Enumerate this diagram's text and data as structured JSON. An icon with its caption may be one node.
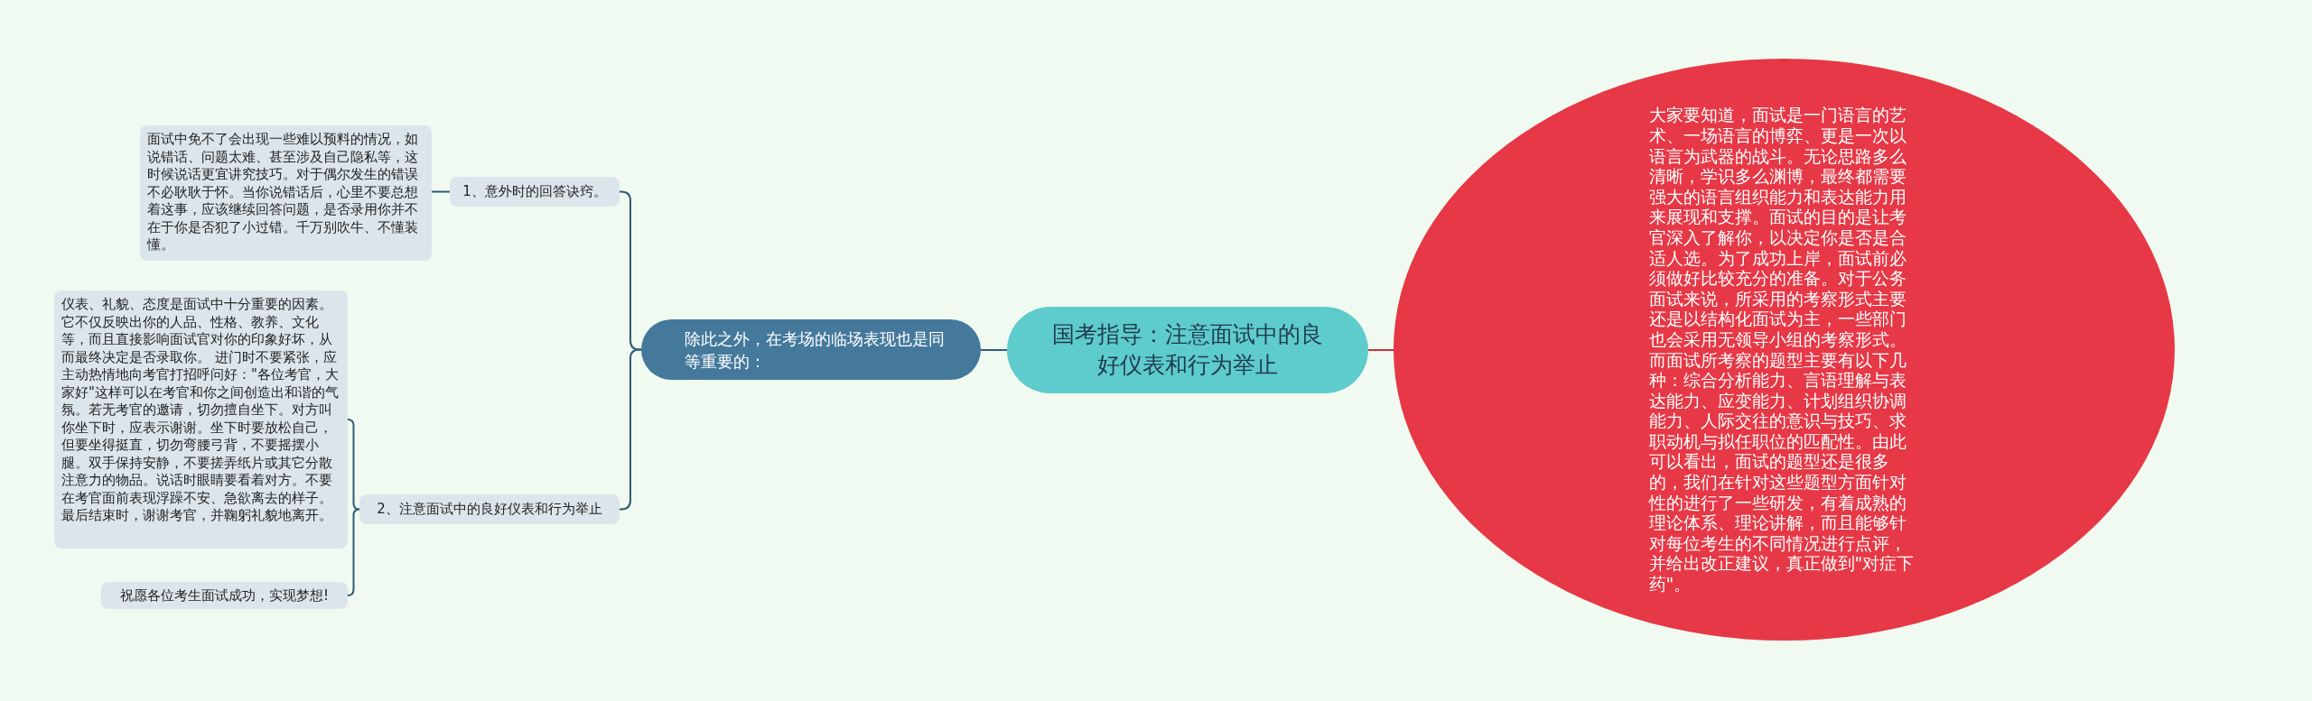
{
  "diagram": {
    "nodes": [
      {
        "text": [
          "国考指导：注意面试中的良好仪表和行为举止"
        ]
      },
      {
        "text": [
          "除此之外，在考场的临场表现也是同等重要的："
        ]
      },
      {
        "text": [
          "1、意外时的回答诀窍。"
        ]
      },
      {
        "text": [
          "面试中免不了会出现一些难以预料的情况，如说错话、问题太难、甚至涉及自己隐私等，这时候说话更宜讲究技巧。对于偶尔发生的错误不必耿耿于怀。当你说错话后，心里不要总想着这事，应该继续回答问题，是否录用你并不在于你是否犯了小过错。千万别吹牛、不懂装懂。"
        ]
      },
      {
        "text": [
          "2、注意面试中的良好仪表和行为举止"
        ]
      },
      {
        "text": [
          "仪表、礼貌、态度是面试中十分重要的因素。它不仅反映出你的人品、性格、教养、文化等，而且直接影响面试官对你的印象好坏，从而最终决定是否录取你。 进门时不要紧张，应主动热情地向考官打招呼问好：\"各位考官，大家好\"这样可以在考官和你之间创造出和谐的气氛。若无考官的邀请，切勿擅自坐下。对方叫你坐下时，应表示谢谢。坐下时要放松自己，但要坐得挺直，切勿弯腰弓背，不要摇摆小腿。双手保持安静，不要搓弄纸片或其它分散注意力的物品。说话时眼睛要看着对方。不要在考官面前表现浮躁不安、急欲离去的样子。最后结束时，谢谢考官，并鞠躬礼貌地离开。"
        ]
      },
      {
        "text": [
          "祝愿各位考生面试成功，实现梦想!"
        ]
      },
      {
        "text": [
          "大家要知道，面试是一门语言的艺术、一场语言的博弈、更是一次以语言为武器的战斗。无论思路多么清晰，学识多么渊博，最终都需要强大的语言组织能力和表达能力用来展现和支撑。面试的目的是让考官深入了解你，以决定你是否是合适人选。为了成功上岸，面试前必须做好比较充分的准备。对于公务面试来说，所采用的考察形式主要还是以结构化面试为主，一些部门也会采用无领导小组的考察形式。而面试所考察的题型主要有以下几种：综合分析能力、言语理解与表达能力、应变能力、计划组织协调能力、人际交往的意识与技巧、求职动机与拟任职位的匹配性。由此可以看出，面试的题型还是很多的，我们在针对这些题型方面针对性的进行了一些研发，有着成熟的理论体系、理论讲解，而且能够针对每位考生的不同情况进行点评，并给出改正建议，真正做到\"对症下药\"。"
        ]
      }
    ],
    "edges": [
      {
        "from": 0,
        "to": 1,
        "arrow": "none"
      },
      {
        "from": 1,
        "to": 2,
        "arrow": "none"
      },
      {
        "from": 2,
        "to": 3,
        "arrow": "none"
      },
      {
        "from": 1,
        "to": 4,
        "arrow": "none"
      },
      {
        "from": 4,
        "to": 5,
        "arrow": "none"
      },
      {
        "from": 4,
        "to": 6,
        "arrow": "none"
      },
      {
        "from": 0,
        "to": 7,
        "arrow": "none",
        "color": "#c8323c"
      }
    ]
  }
}
